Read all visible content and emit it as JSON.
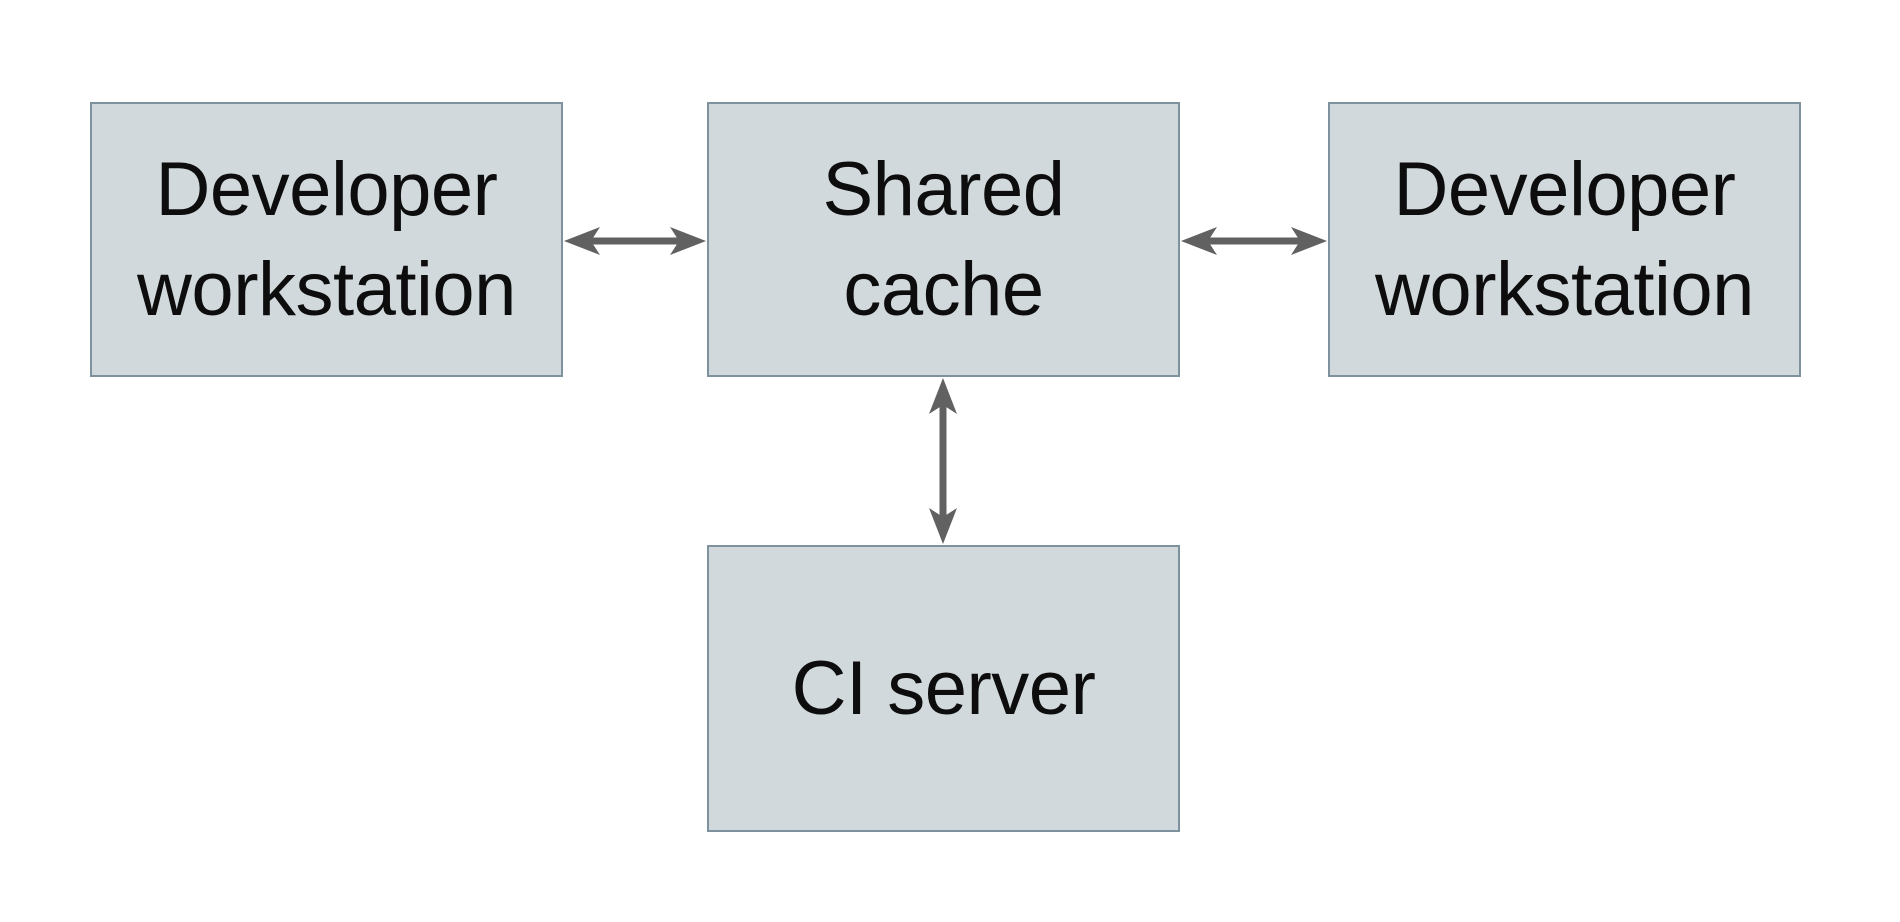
{
  "diagram": {
    "nodes": [
      {
        "id": "developer-workstation-left",
        "label": "Developer workstation",
        "lines": [
          "Developer",
          "workstation"
        ]
      },
      {
        "id": "shared-cache",
        "label": "Shared cache",
        "lines": [
          "Shared",
          "cache"
        ]
      },
      {
        "id": "developer-workstation-right",
        "label": "Developer workstation",
        "lines": [
          "Developer",
          "workstation"
        ]
      },
      {
        "id": "ci-server",
        "label": "CI server",
        "lines": [
          "CI server"
        ]
      }
    ],
    "edges": [
      {
        "from": "developer-workstation-left",
        "to": "shared-cache",
        "style": "double-arrow",
        "orientation": "horizontal"
      },
      {
        "from": "shared-cache",
        "to": "developer-workstation-right",
        "style": "double-arrow",
        "orientation": "horizontal"
      },
      {
        "from": "shared-cache",
        "to": "ci-server",
        "style": "double-arrow",
        "orientation": "vertical"
      }
    ],
    "colors": {
      "background": "#ffffff",
      "node_fill": "#d2d9dc",
      "node_border": "#7e929d",
      "arrow": "#616161",
      "text": "#0d0d0d"
    }
  }
}
